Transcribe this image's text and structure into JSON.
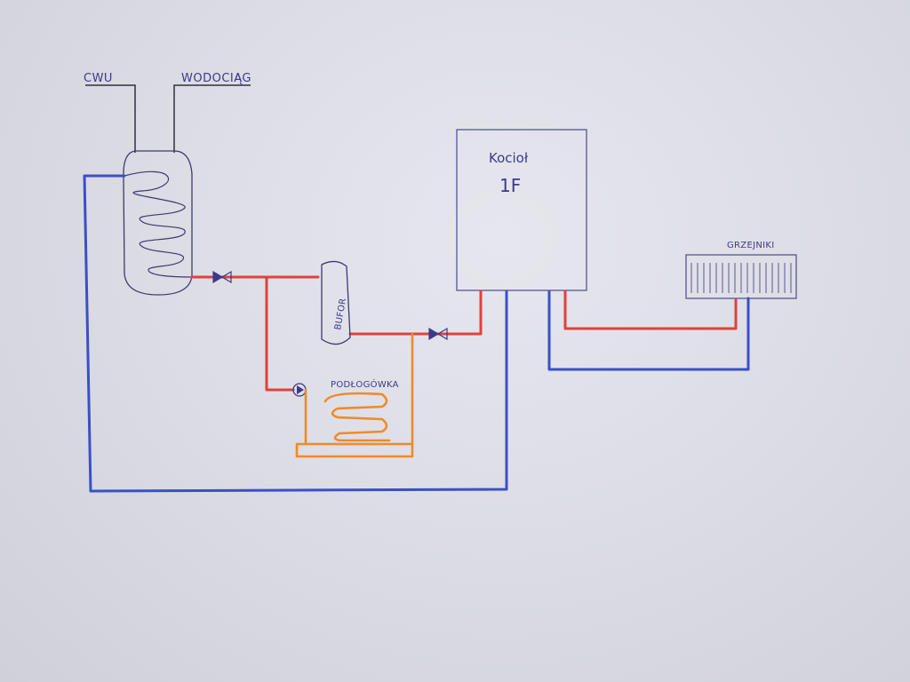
{
  "labels": {
    "cwu": "CWU",
    "wodociag": "WODOCIĄG",
    "kociol_name": "Kocioł",
    "kociol_code": "1F",
    "bufor": "BUFOR",
    "podlogowka": "PODŁOGÓWKA",
    "grzejniki": "GRZEJNIKI"
  },
  "colors": {
    "paper": "#dcdde5",
    "supply_pipe": "#e0413f",
    "return_pipe": "#3b4fc8",
    "floor_heating": "#f08a2a",
    "ink": "#3b3a8a"
  }
}
